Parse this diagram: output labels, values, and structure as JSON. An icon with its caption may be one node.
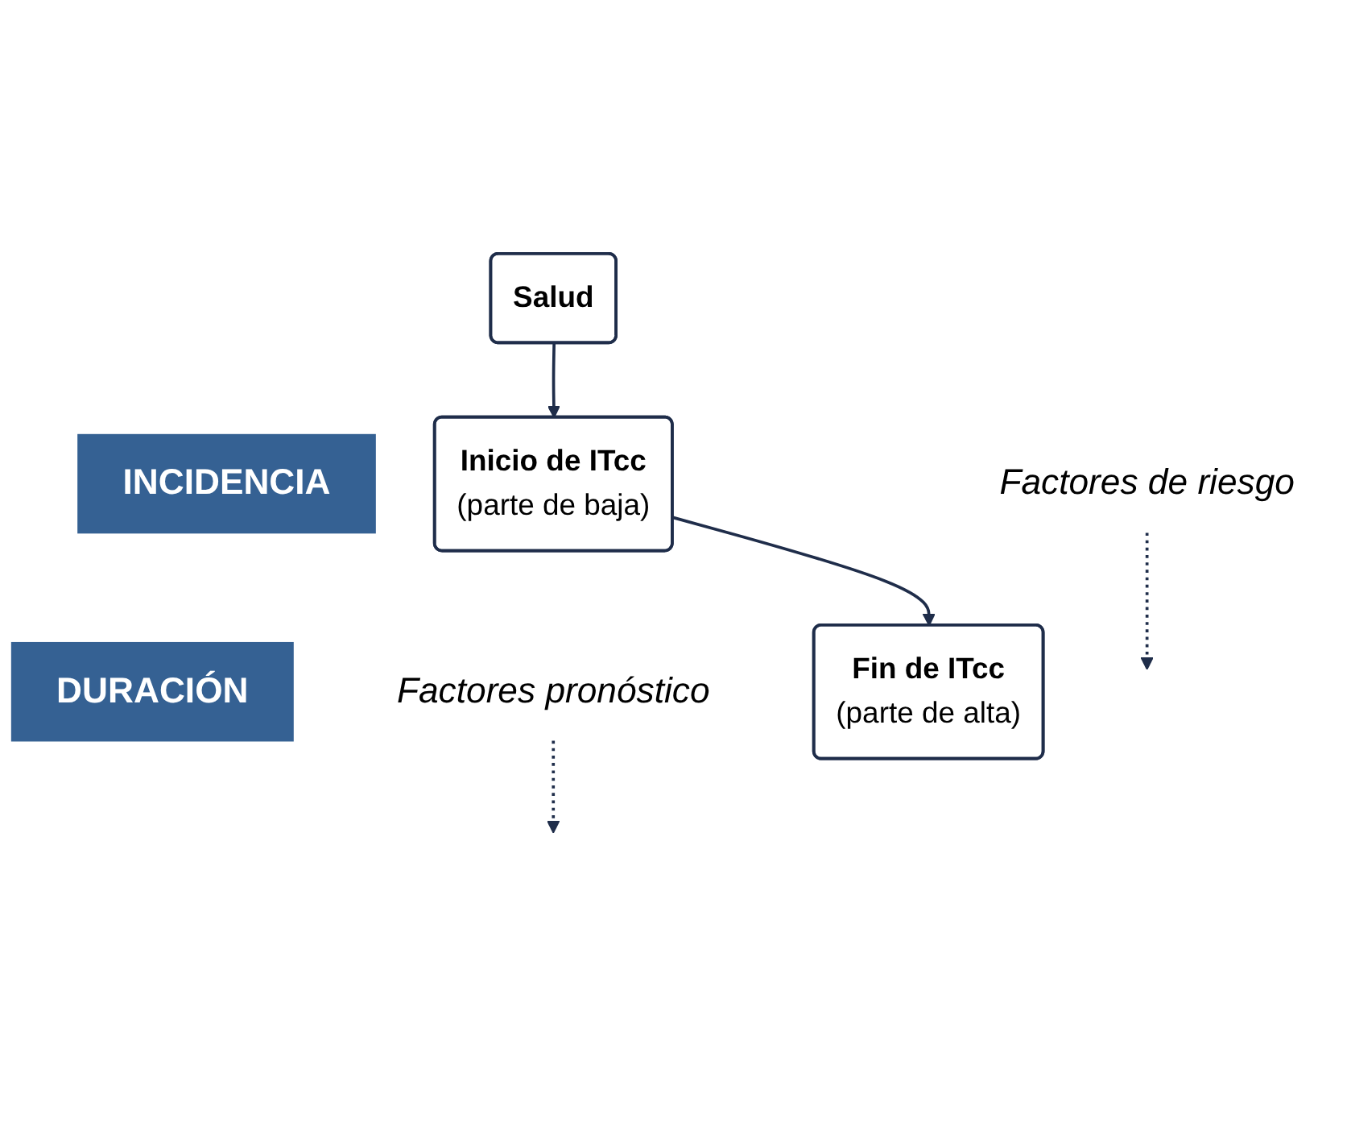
{
  "diagram": {
    "nodes": [
      {
        "text": [
          "Salud"
        ]
      },
      {
        "text": [
          "INCIDENCIA"
        ]
      },
      {
        "text": [
          "Factores de riesgo"
        ]
      },
      {
        "text": [
          "Inicio de ITcc",
          "(parte de baja)"
        ]
      },
      {
        "text": [
          "DURACIÓN"
        ]
      },
      {
        "text": [
          "Factores pronóstico"
        ]
      },
      {
        "text": [
          "Fin de ITcc",
          "(parte de alta)"
        ]
      }
    ],
    "edges": [
      {
        "from": 0,
        "to": 3,
        "arrow": "to"
      },
      {
        "from": 3,
        "to": 6,
        "arrow": "to"
      },
      {
        "from": 2,
        "to": null,
        "arrow": "to",
        "style": "dashed"
      },
      {
        "from": 5,
        "to": null,
        "arrow": "to",
        "style": "dashed"
      }
    ]
  }
}
